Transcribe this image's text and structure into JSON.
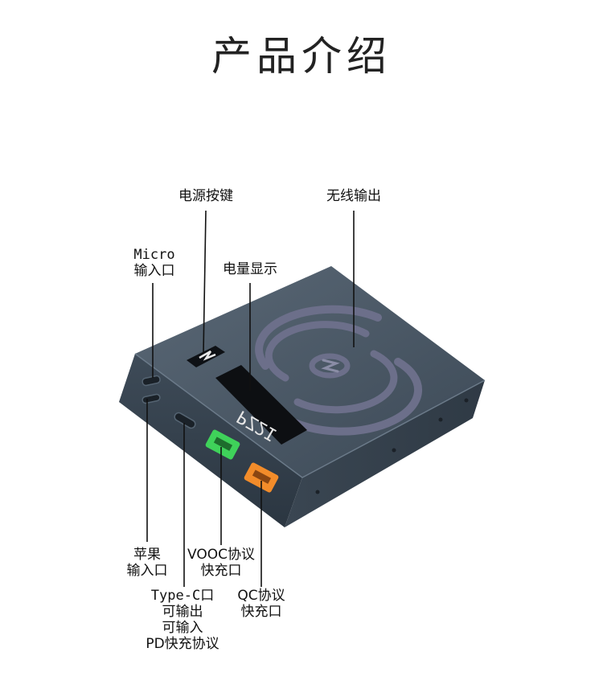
{
  "title": "产品介绍",
  "labels": {
    "power_button": "电源按键",
    "wireless_output": "无线输出",
    "micro_line1": "Micro",
    "micro_line2": "输入口",
    "battery_display": "电量显示",
    "apple_line1": "苹果",
    "apple_line2": "输入口",
    "vooc_line1": "VOOC协议",
    "vooc_line2": "快充口",
    "typec_line1": "Type-C口",
    "typec_line2": "可输出",
    "typec_line3": "可输入",
    "typec_line4": "PD快充协议",
    "qc_line1": "QC协议",
    "qc_line2": "快充口"
  },
  "colors": {
    "body_top": "#4a5866",
    "body_side": "#33404c",
    "vooc_port": "#3fd25a",
    "qc_port": "#f28c2a",
    "led_screen": "#0d0f12"
  },
  "display": {
    "readout": "PZ2I"
  }
}
